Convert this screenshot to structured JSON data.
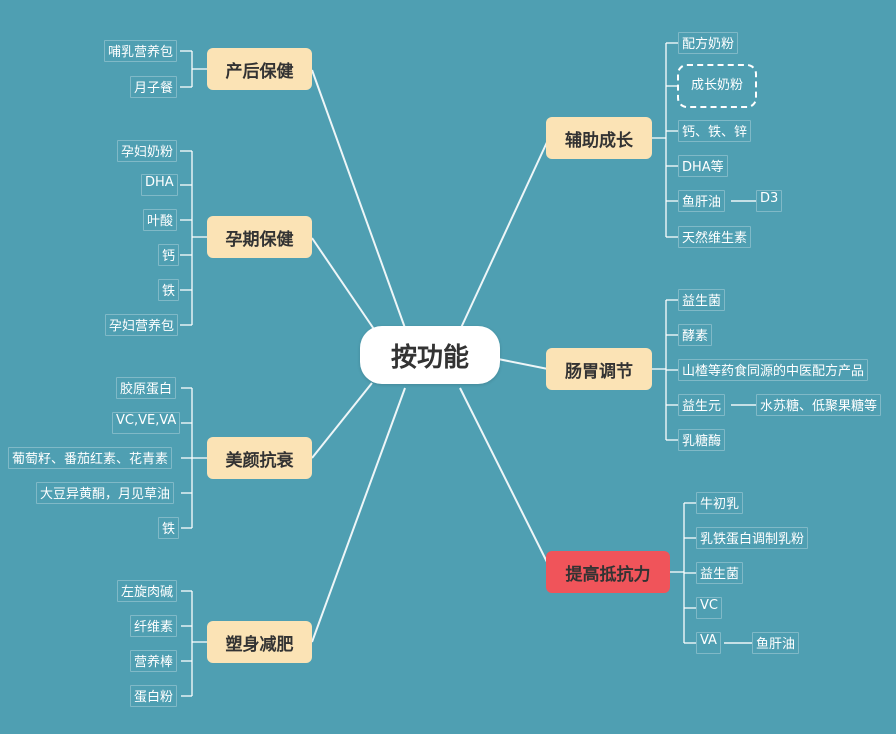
{
  "colors": {
    "background": "#4f9fb2",
    "branch": "#fbe3b5",
    "branch_alert": "#f0545a",
    "center": "#ffffff",
    "line": "#ffffff"
  },
  "center": "按功能",
  "branches": {
    "chanhou": {
      "label": "产后保健",
      "children": [
        "哺乳营养包",
        "月子餐"
      ]
    },
    "yunqi": {
      "label": "孕期保健",
      "children": [
        "孕妇奶粉",
        "DHA",
        "叶酸",
        "钙",
        "铁",
        "孕妇营养包"
      ]
    },
    "meiyan": {
      "label": "美颜抗衰",
      "children": [
        "胶原蛋白",
        "VC,VE,VA",
        "葡萄籽、番茄红素、花青素",
        "大豆异黄酮，月见草油",
        "铁"
      ]
    },
    "sushen": {
      "label": "塑身减肥",
      "children": [
        "左旋肉碱",
        "纤维素",
        "营养棒",
        "蛋白粉"
      ]
    },
    "fuzhu": {
      "label": "辅助成长",
      "children": [
        "配方奶粉",
        "成长奶粉",
        "钙、铁、锌",
        "DHA等",
        "鱼肝油",
        "天然维生素"
      ],
      "sub": {
        "fish_oil": "D3"
      }
    },
    "changwei": {
      "label": "肠胃调节",
      "children": [
        "益生菌",
        "酵素",
        "山楂等药食同源的中医配方产品",
        "益生元",
        "乳糖酶"
      ],
      "sub": {
        "prebiotic": "水苏糖、低聚果糖等"
      }
    },
    "tigao": {
      "label": "提高抵抗力",
      "children": [
        "牛初乳",
        "乳铁蛋白调制乳粉",
        "益生菌",
        "VC",
        "VA"
      ],
      "sub": {
        "va": "鱼肝油"
      }
    }
  }
}
